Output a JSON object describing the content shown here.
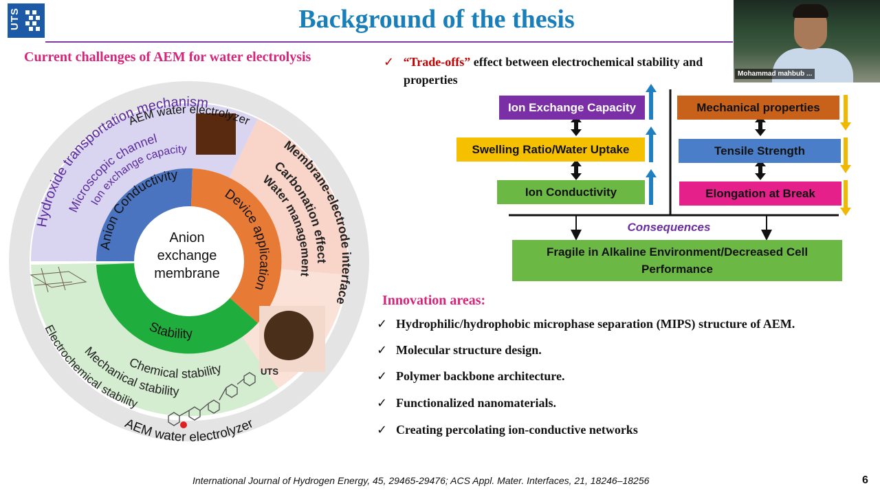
{
  "header": {
    "logo_text": "UTS",
    "title": "Background of the thesis"
  },
  "left_panel": {
    "subtitle": "Current challenges of AEM for water electrolysis",
    "wheel": {
      "outer_top_label": "AEM water electrolyzer",
      "outer_bottom_label": "AEM water electrolyzer",
      "center_lines": [
        "Anion",
        "exchange",
        "membrane"
      ],
      "inner_segments": {
        "conductivity": "Anion Conductivity",
        "device": "Device application",
        "stability": "Stability"
      },
      "purple_sector": [
        "Hydroxide transportation mechanism",
        "Microscopic channel",
        "Ion exchange capacity"
      ],
      "pink_sector": [
        "Membrane-electrode interface",
        "Carbonation effect",
        "Water management"
      ],
      "green_sector": [
        "Chemical stability",
        "Mechanical stability",
        "Electrochemical stability"
      ],
      "small_logo": "UTS"
    }
  },
  "tradeoffs": {
    "tick": "✓",
    "highlight": "“Trade-offs”",
    "line1_rest": " effect between electrochemical stability and",
    "line2": "properties"
  },
  "diagram": {
    "left_boxes": [
      "Ion Exchange Capacity",
      "Swelling Ratio/Water Uptake",
      "Ion Conductivity"
    ],
    "right_boxes": [
      "Mechanical properties",
      "Tensile Strength",
      "Elongation at Break"
    ],
    "consequences_label": "Consequences",
    "result_box": "Fragile in Alkaline Environment/Decreased Cell Performance",
    "colors": {
      "purple": "#7b2fa6",
      "yellow": "#f5c000",
      "green": "#6cb845",
      "orange": "#c8611a",
      "blue": "#4a7ec8",
      "magenta": "#e6208a",
      "up_arrow": "#1f7fc1",
      "down_arrow": "#f0b800"
    }
  },
  "innovation": {
    "title": "Innovation areas:",
    "tick": "✓",
    "items": [
      "Hydrophilic/hydrophobic microphase separation (MIPS) structure of AEM.",
      "Molecular structure design.",
      "Polymer backbone architecture.",
      "Functionalized nanomaterials.",
      "Creating percolating ion-conductive networks"
    ]
  },
  "footer": {
    "reference": "International Journal of Hydrogen Energy, 45, 29465-29476; ACS Appl. Mater. Interfaces, 21, 18246–18256",
    "page_number": "6"
  },
  "webcam": {
    "participant_name": "Mohammad mahbub ..."
  }
}
